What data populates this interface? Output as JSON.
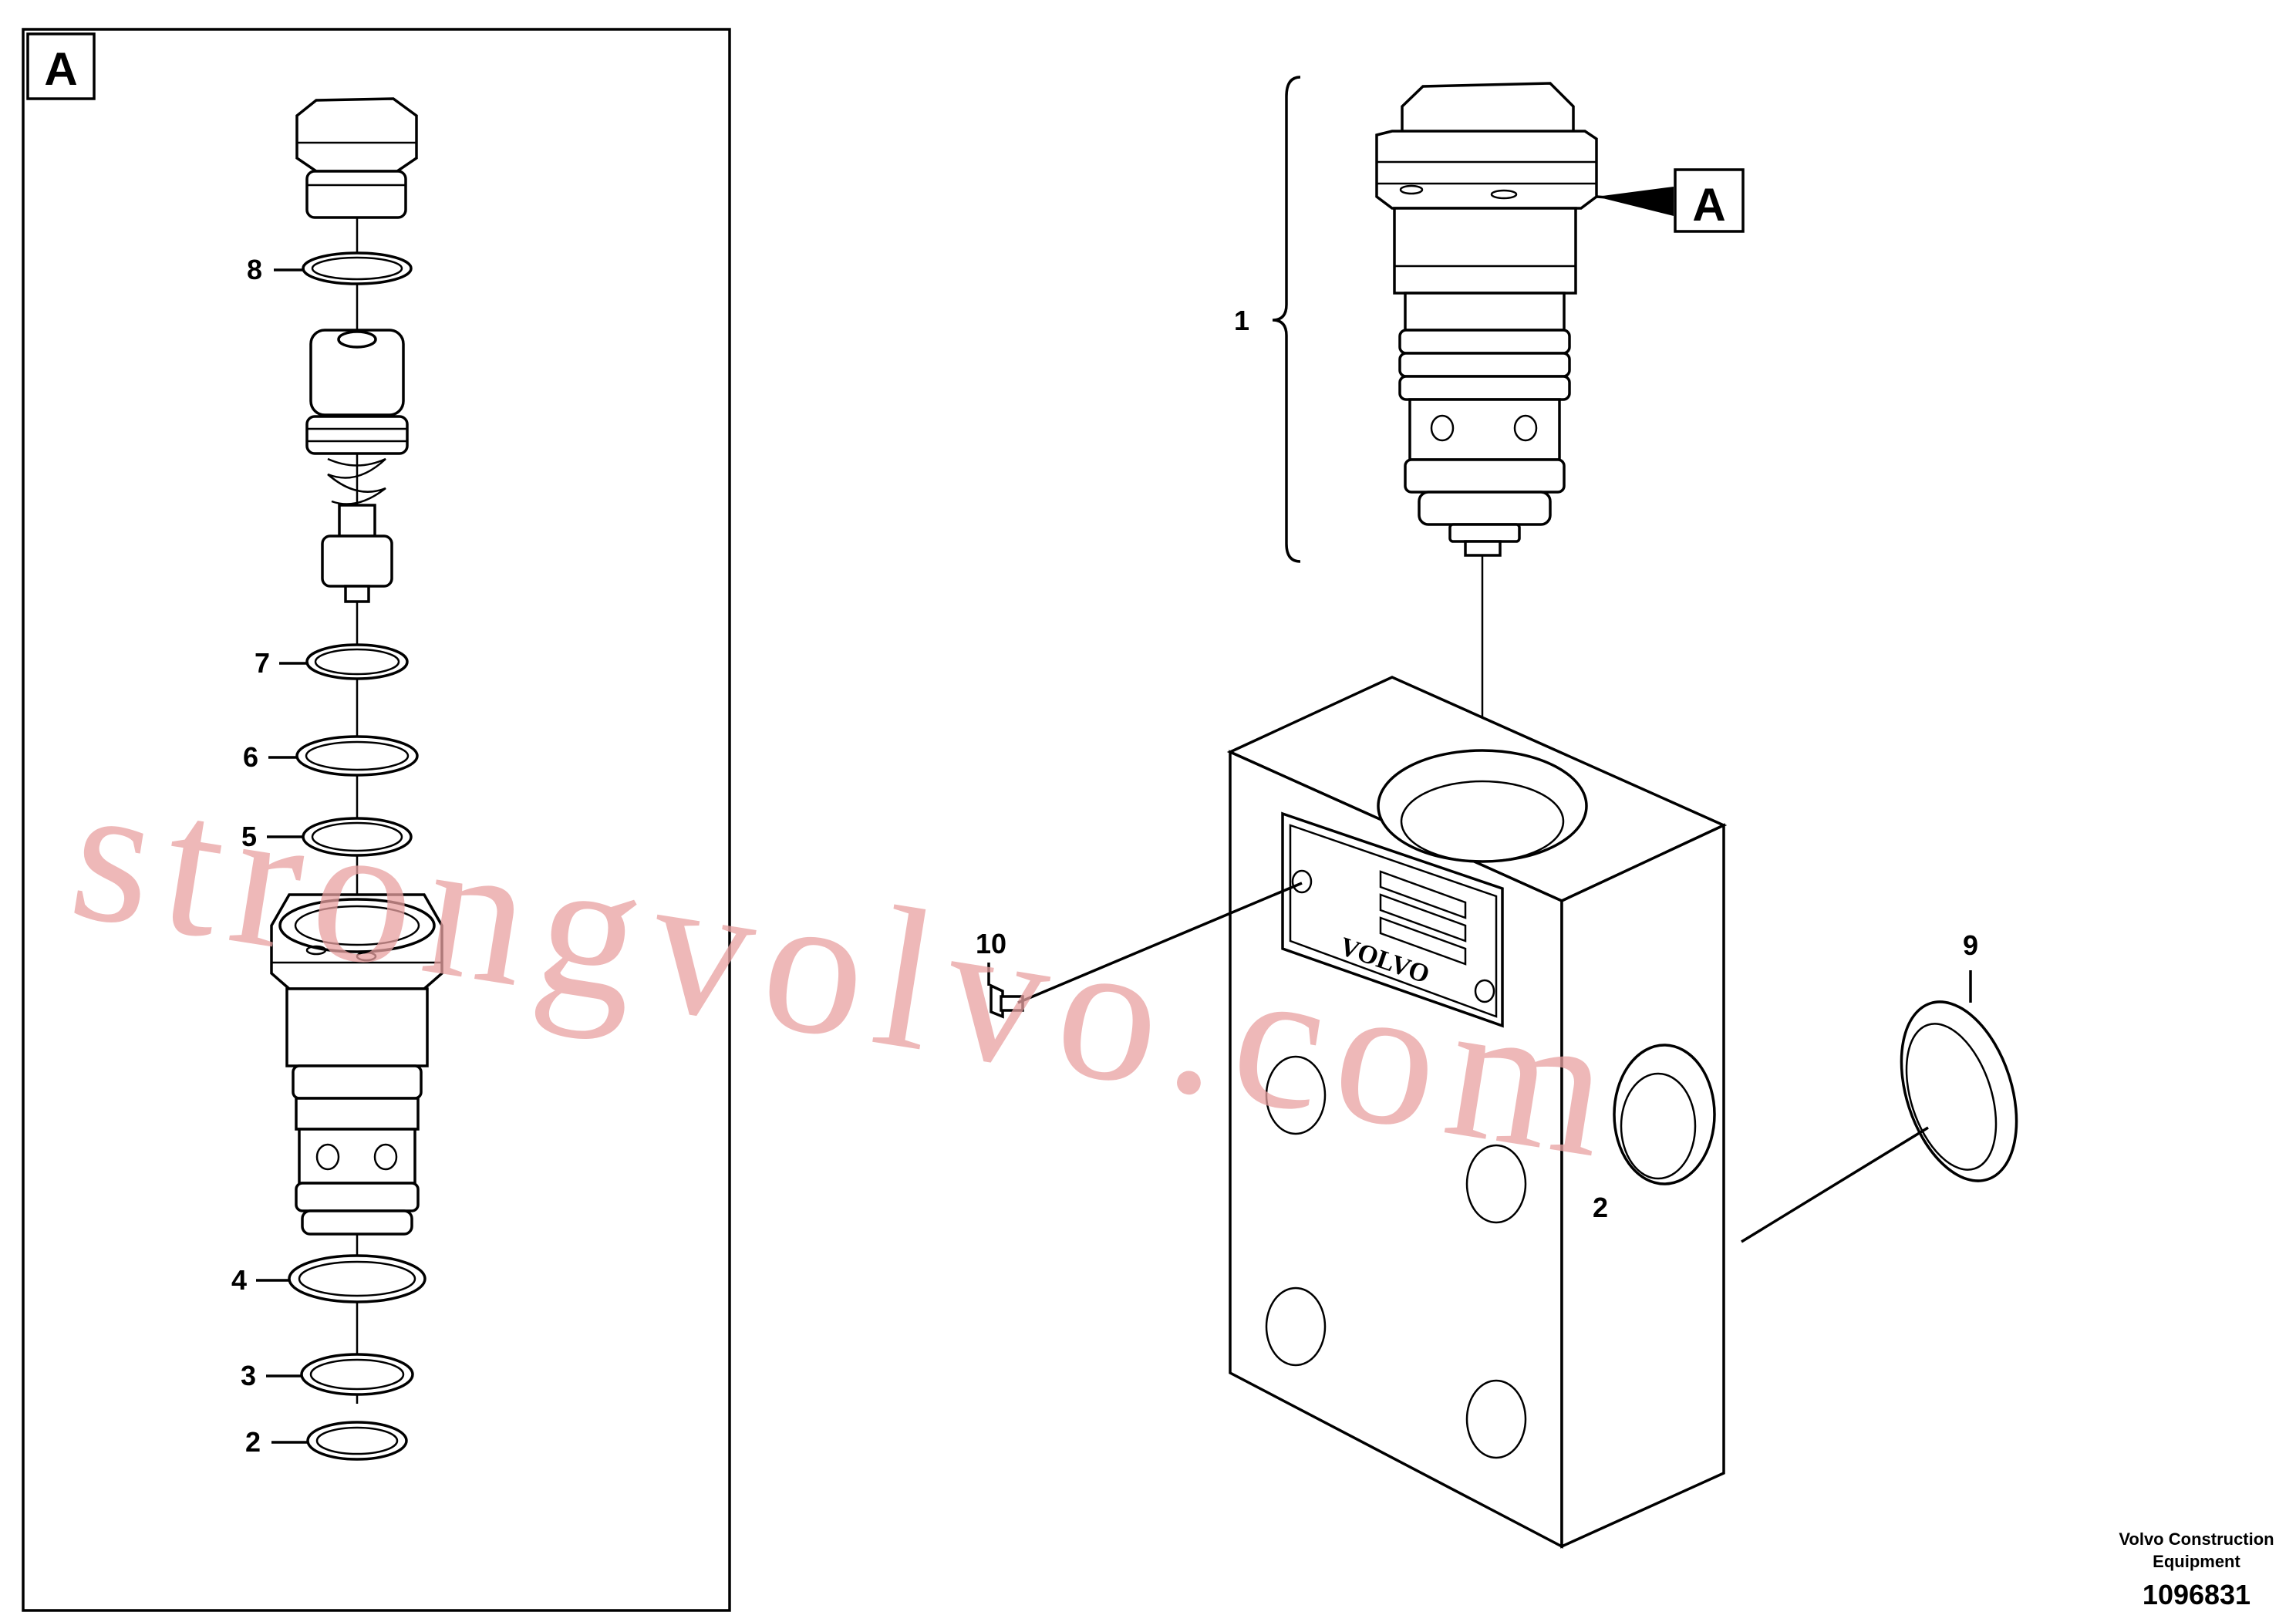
{
  "detail_box_label": "A",
  "callouts": {
    "c1": "1",
    "c2": "2",
    "c3": "3",
    "c4": "4",
    "c5": "5",
    "c6": "6",
    "c7": "7",
    "c8": "8",
    "c9": "9",
    "c10": "10",
    "c2_body": "2"
  },
  "pointer_label": "A",
  "nameplate_brand": "VOLVO",
  "footer": {
    "company_line1": "Volvo Construction",
    "company_line2": "Equipment",
    "drawing_number": "1096831"
  },
  "watermark": "strongvolvo.com"
}
